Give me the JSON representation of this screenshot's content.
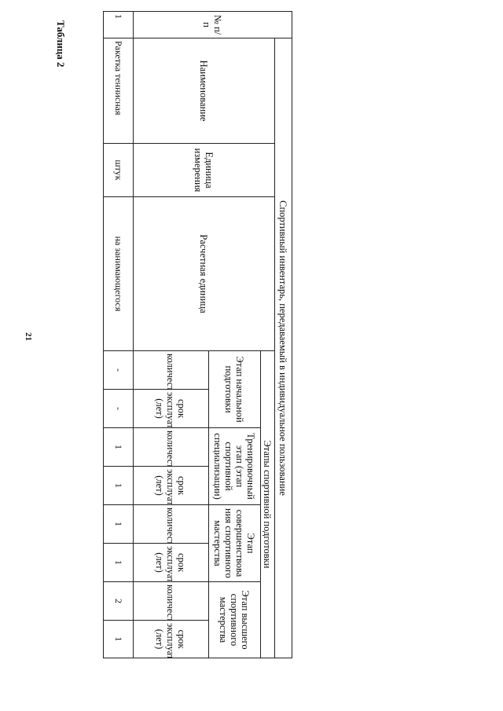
{
  "page": {
    "number": "21",
    "caption": "Таблица 2"
  },
  "table": {
    "no_header": "№ п/п",
    "name_header": "Наименование",
    "unit_header": "Единица измерения",
    "calc_unit_header": "Расчетная единица",
    "group_header": "Спортивный инвентарь, передаваемый в индивидуальное пользование",
    "stages_header": "Этапы спортивной подготовки",
    "stages": [
      "Этап начальной подготовки",
      "Тренировочный этап (этап спортивной специализации)",
      "Этап совершенствова ния спортивного мастерства",
      "Этап высшего спортивного мастерства"
    ],
    "quantity_label": "количество",
    "period_label": "срок эксплуатации (лет)",
    "row": {
      "no": "1",
      "name": "Ракетка теннисная",
      "unit": "штук",
      "calc_unit": "на занимающегося",
      "values": [
        "-",
        "-",
        "1",
        "1",
        "1",
        "1",
        "2",
        "1"
      ]
    }
  }
}
